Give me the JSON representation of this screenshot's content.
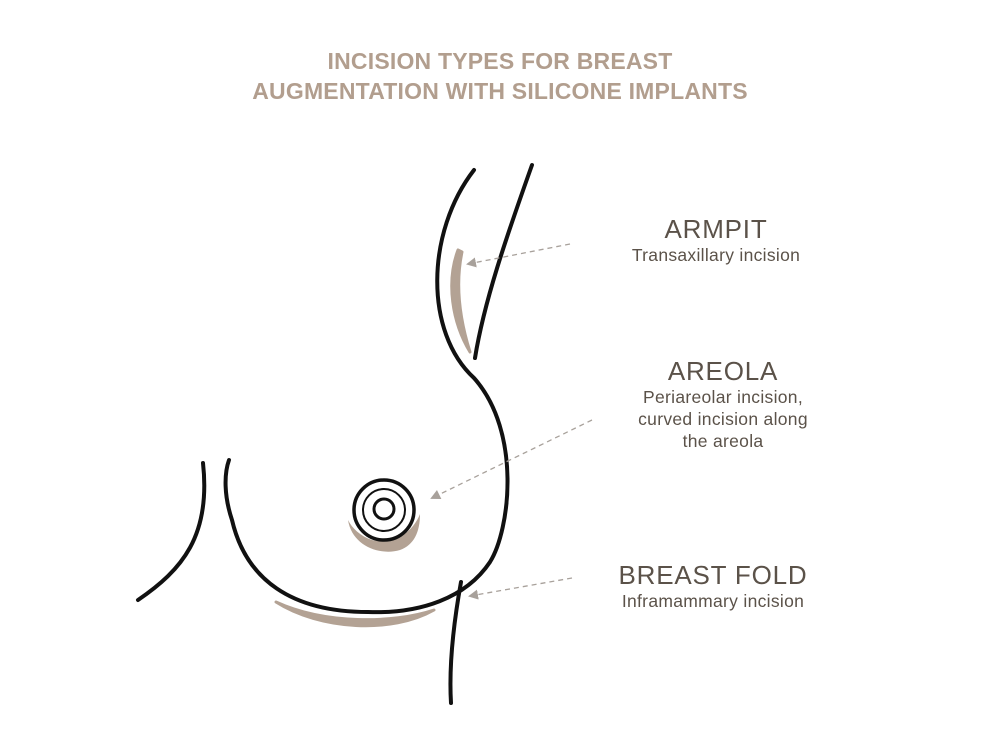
{
  "title": {
    "line1": "INCISION TYPES FOR BREAST",
    "line2": "AUGMENTATION WITH SILICONE IMPLANTS"
  },
  "labels": {
    "armpit": {
      "heading": "ARMPIT",
      "sub": [
        "Transaxillary incision"
      ]
    },
    "areola": {
      "heading": "AREOLA",
      "sub": [
        "Periareolar incision,",
        "curved incision along",
        "the areola"
      ]
    },
    "fold": {
      "heading": "BREAST FOLD",
      "sub": [
        "Inframammary incision"
      ]
    }
  },
  "colors": {
    "title": "#b29e8e",
    "incision": "#b3a294",
    "outline": "#111111",
    "text": "#5b5249",
    "arrow": "#a8a19b"
  }
}
